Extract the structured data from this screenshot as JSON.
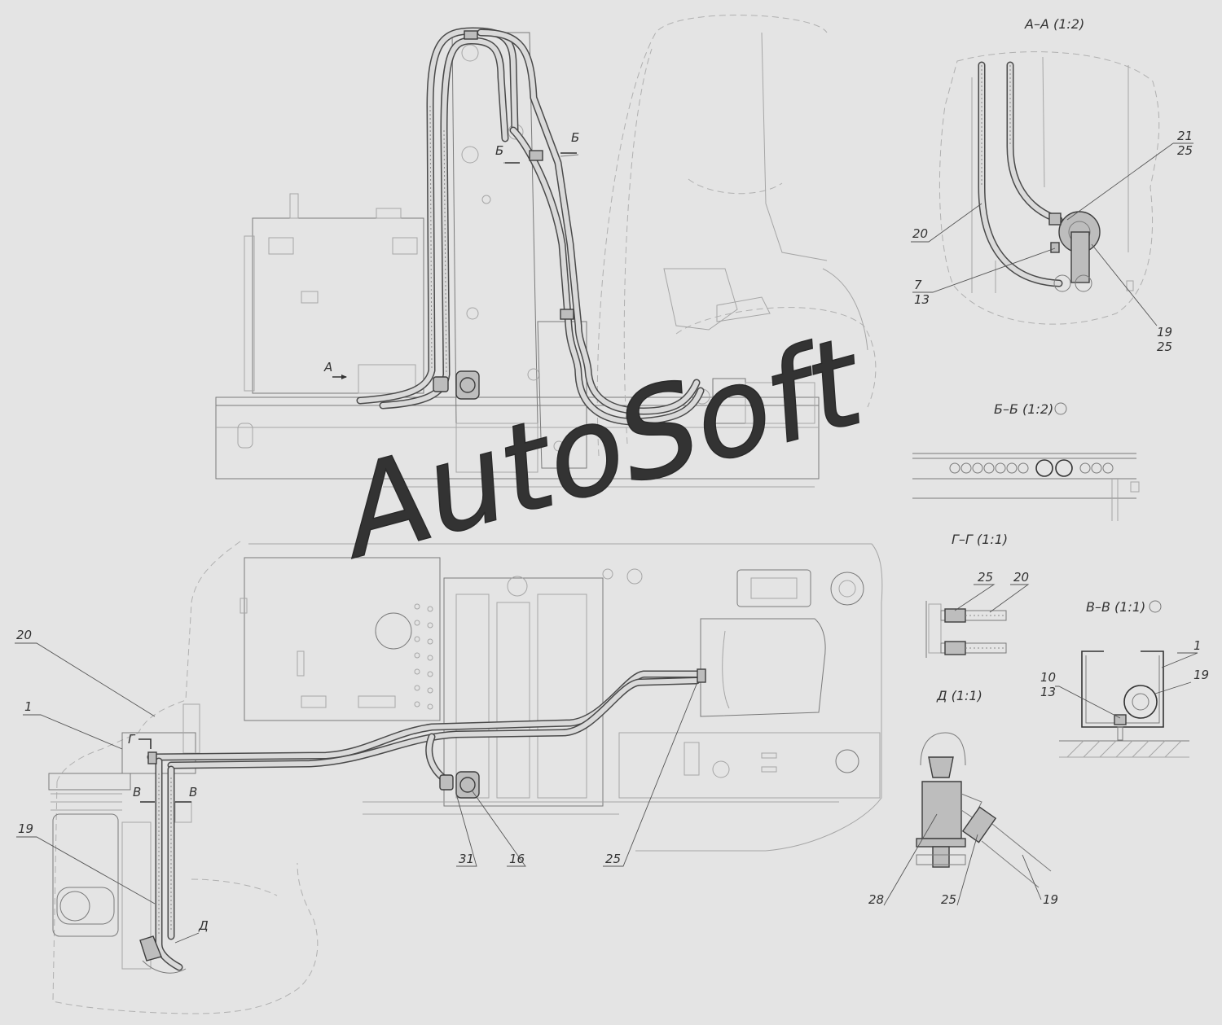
{
  "title": "",
  "watermark": "AutoSoft",
  "views": {
    "aa": "А–А (1:2)",
    "bb": "Б–Б (1:2)",
    "gg": "Г–Г (1:1)",
    "vv": "В–В (1:1)",
    "d": "Д (1:1)"
  },
  "section_marks": {
    "a": "А",
    "b1": "Б",
    "b2": "Б",
    "g": "Г",
    "v1": "В",
    "v2": "В",
    "d": "Д"
  },
  "callouts": {
    "aa": [
      "21",
      "25",
      "20",
      "7",
      "13",
      "19",
      "25"
    ],
    "gg": [
      "25",
      "20"
    ],
    "vv": [
      "1",
      "10",
      "13",
      "19"
    ],
    "d": [
      "28",
      "25",
      "19"
    ],
    "main": [
      "20",
      "1",
      "19",
      "31",
      "16",
      "25"
    ]
  },
  "colors": {
    "background": "#e4e4e4",
    "pipe": "#4a4a4a",
    "line": "#7a7a7a",
    "text": "#333333"
  }
}
